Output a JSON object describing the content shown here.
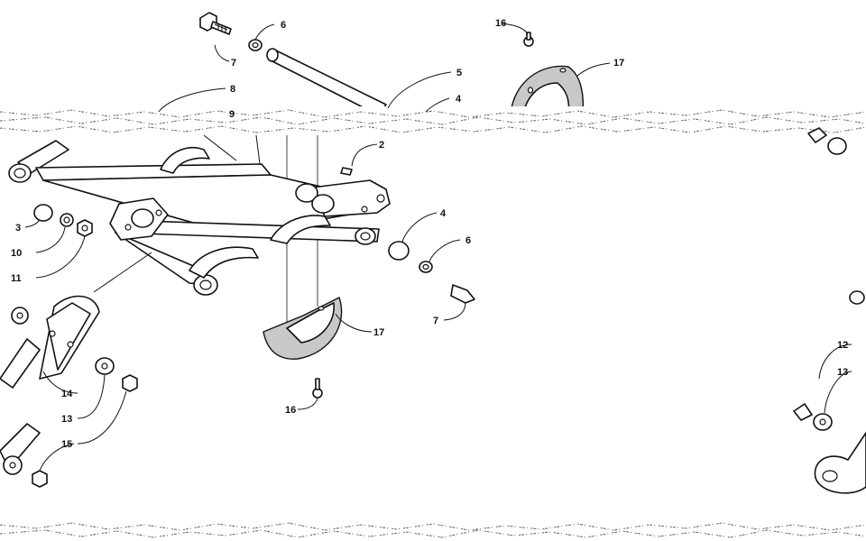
{
  "callouts": [
    {
      "id": "c6a",
      "label": "6"
    },
    {
      "id": "c7a",
      "label": "7"
    },
    {
      "id": "c16a",
      "label": "16"
    },
    {
      "id": "c17a",
      "label": "17"
    },
    {
      "id": "c5",
      "label": "5"
    },
    {
      "id": "c4a",
      "label": "4"
    },
    {
      "id": "c8",
      "label": "8"
    },
    {
      "id": "c9",
      "label": "9"
    },
    {
      "id": "c2",
      "label": "2"
    },
    {
      "id": "c3",
      "label": "3"
    },
    {
      "id": "c10",
      "label": "10"
    },
    {
      "id": "c11",
      "label": "11"
    },
    {
      "id": "c4b",
      "label": "4"
    },
    {
      "id": "c6b",
      "label": "6"
    },
    {
      "id": "c7b",
      "label": "7"
    },
    {
      "id": "c17b",
      "label": "17"
    },
    {
      "id": "c16b",
      "label": "16"
    },
    {
      "id": "c14",
      "label": "14"
    },
    {
      "id": "c13a",
      "label": "13"
    },
    {
      "id": "c15",
      "label": "15"
    },
    {
      "id": "c12",
      "label": "12"
    },
    {
      "id": "c13b",
      "label": "13"
    }
  ]
}
